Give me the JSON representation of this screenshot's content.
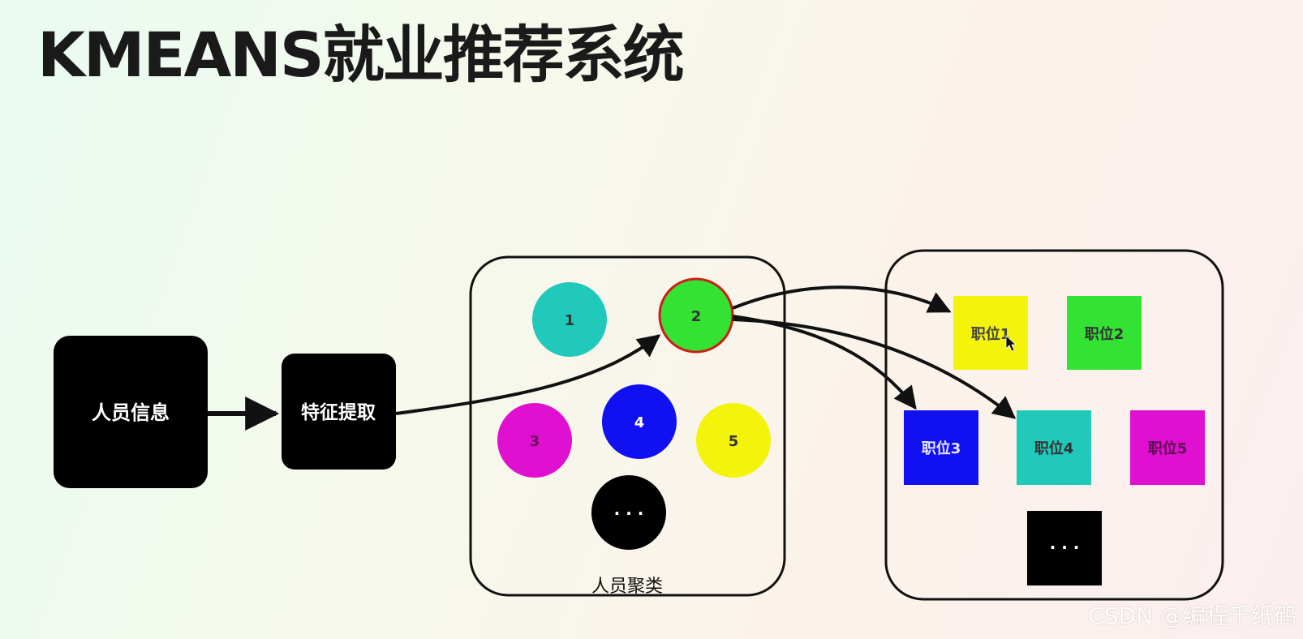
{
  "title": "KMEANS就业推荐系统",
  "nodes": {
    "person_info": "人员信息",
    "feature_extraction": "特征提取"
  },
  "clusters": {
    "label": "人员聚类",
    "items": [
      {
        "label": "1",
        "color": "#20c9b9"
      },
      {
        "label": "2",
        "color": "#33e233",
        "border": "#d11a1a"
      },
      {
        "label": "3",
        "color": "#e010d0"
      },
      {
        "label": "4",
        "color": "#1010f0"
      },
      {
        "label": "5",
        "color": "#f4f40a"
      },
      {
        "label": "· · ·",
        "color": "#000000"
      }
    ]
  },
  "jobs": {
    "items": [
      {
        "label": "职位1",
        "color": "#f4f40a"
      },
      {
        "label": "职位2",
        "color": "#33e233"
      },
      {
        "label": "职位3",
        "color": "#1010f0"
      },
      {
        "label": "职位4",
        "color": "#20c9b9"
      },
      {
        "label": "职位5",
        "color": "#e010d0"
      },
      {
        "label": "· · ·",
        "color": "#000000"
      }
    ]
  },
  "watermark": "CSDN @编程千纸鹤"
}
